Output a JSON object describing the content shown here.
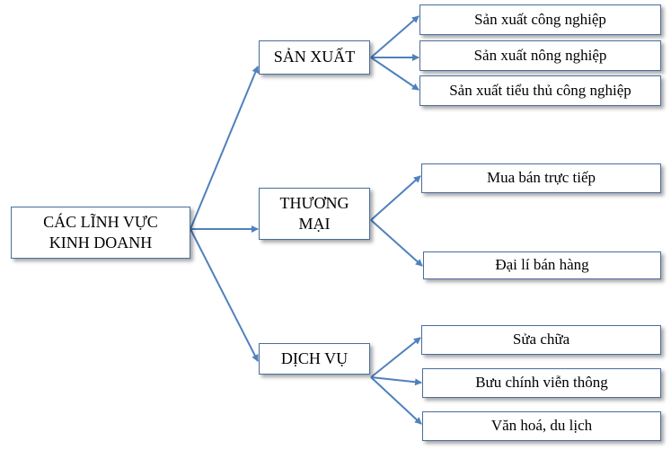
{
  "colors": {
    "line": "#4f81bd",
    "border": "#4a6e9c"
  },
  "root": {
    "line1": "CÁC LĨNH VỰC",
    "line2": "KINH DOANH"
  },
  "categories": [
    {
      "label": "SẢN XUẤT",
      "children": [
        "Sản xuất công nghiệp",
        "Sản xuất nông nghiệp",
        "Sản xuất tiểu thủ công nghiệp"
      ]
    },
    {
      "line1": "THƯƠNG",
      "line2": "MẠI",
      "children": [
        "Mua bán trực tiếp",
        "Đại lí bán hàng"
      ]
    },
    {
      "label": "DỊCH VỤ",
      "children": [
        "Sửa chữa",
        "Bưu chính viễn thông",
        "Văn hoá, du lịch"
      ]
    }
  ]
}
